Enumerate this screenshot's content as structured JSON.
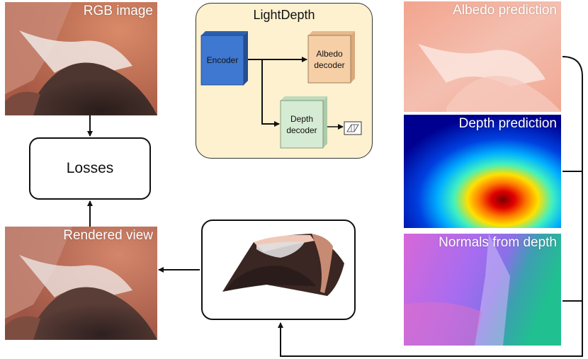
{
  "images": {
    "rgb": {
      "label": "RGB image"
    },
    "rendered": {
      "label": "Rendered view"
    },
    "albedo": {
      "label": "Albedo prediction"
    },
    "depth": {
      "label": "Depth prediction"
    },
    "normals": {
      "label": "Normals from depth"
    }
  },
  "losses": {
    "label": "Losses"
  },
  "network": {
    "title": "LightDepth",
    "encoder": "Encoder",
    "albedo_decoder": [
      "Albedo",
      "decoder"
    ],
    "depth_decoder": [
      "Depth",
      "decoder"
    ]
  },
  "colors": {
    "network_bg": "#FDF1CF",
    "encoder": "#3F78D0",
    "albedo_decoder": "#F6CFA6",
    "depth_decoder": "#D5EBD3"
  }
}
